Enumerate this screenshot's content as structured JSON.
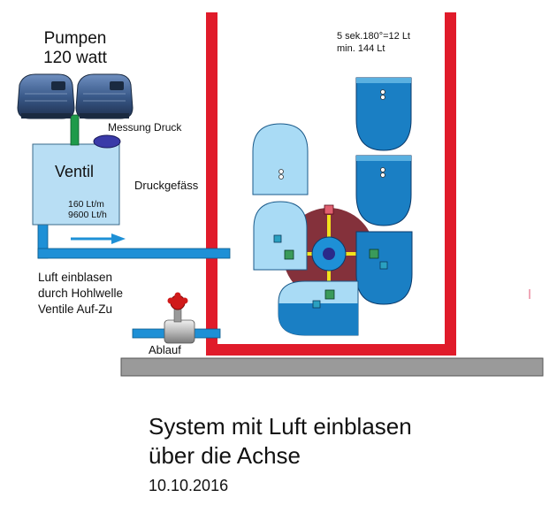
{
  "labels": {
    "pump_title_line1": "Pumpen",
    "pump_title_line2": "120 watt",
    "pressure_measurement": "Messung Druck",
    "valve": "Ventil",
    "pressure_vessel": "Druckgefäss",
    "flow_rate_line1": "160 Lt/m",
    "flow_rate_line2": "9600 Lt/h",
    "air_injection_line1": "Luft einblasen",
    "air_injection_line2": "durch Hohlwelle",
    "air_injection_line3": "Ventile Auf-Zu",
    "drain": "Ablauf",
    "timing_line1": "5 sek.180°=12 Lt",
    "timing_line2": "min. 144 Lt"
  },
  "caption": {
    "line1": "System mit Luft einblasen",
    "line2": "über die Achse",
    "date": "10.10.2016"
  },
  "colors": {
    "tank_wall": "#e01b2a",
    "water_fill": "#b8def4",
    "bucket_dark": "#1a7fc4",
    "bucket_light": "#a9dbf5",
    "wheel_disc": "#7a1f2a",
    "pipe": "#1e90d6",
    "axle_arms": "#f2e21c",
    "ground": "#9a9a9a",
    "pump_body": "#3a5a8a",
    "pressure_pipe": "#1e9a4a",
    "valve_handle": "#d01a1a"
  }
}
